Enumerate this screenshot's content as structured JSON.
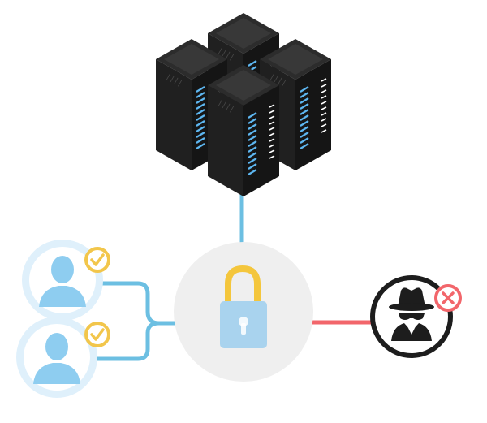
{
  "diagram": {
    "nodes": [
      {
        "id": "server-cluster",
        "icon": "server-rack-icon",
        "count": 4
      },
      {
        "id": "user-1",
        "icon": "user-avatar-icon",
        "status": "approved",
        "status_icon": "check-badge-icon"
      },
      {
        "id": "user-2",
        "icon": "user-avatar-icon",
        "status": "approved",
        "status_icon": "check-badge-icon"
      },
      {
        "id": "lock",
        "icon": "padlock-icon"
      },
      {
        "id": "intruder",
        "icon": "spy-icon",
        "status": "denied",
        "status_icon": "x-badge-icon"
      }
    ],
    "edges": [
      {
        "from": "server-cluster",
        "to": "lock",
        "state": "allowed"
      },
      {
        "from": "user-1",
        "to": "lock",
        "state": "allowed"
      },
      {
        "from": "user-2",
        "to": "lock",
        "state": "allowed"
      },
      {
        "from": "intruder",
        "to": "lock",
        "state": "blocked"
      }
    ]
  },
  "colors": {
    "allowed_line": "#6cbfe2",
    "blocked_line": "#f2666b",
    "check_badge": "#f2c64b",
    "x_badge": "#f2666b",
    "user_ring": "#dff0fb",
    "user_fill": "#ffffff",
    "user_figure": "#8ecdf0",
    "lock_halo": "#efefef",
    "lock_body": "#a9d3ee",
    "lock_shackle": "#f4c63c",
    "intruder_disc": "#1d1d1d",
    "server_body": "#202020",
    "server_top": "#2c2c2c",
    "server_led": "#5db6f0"
  }
}
